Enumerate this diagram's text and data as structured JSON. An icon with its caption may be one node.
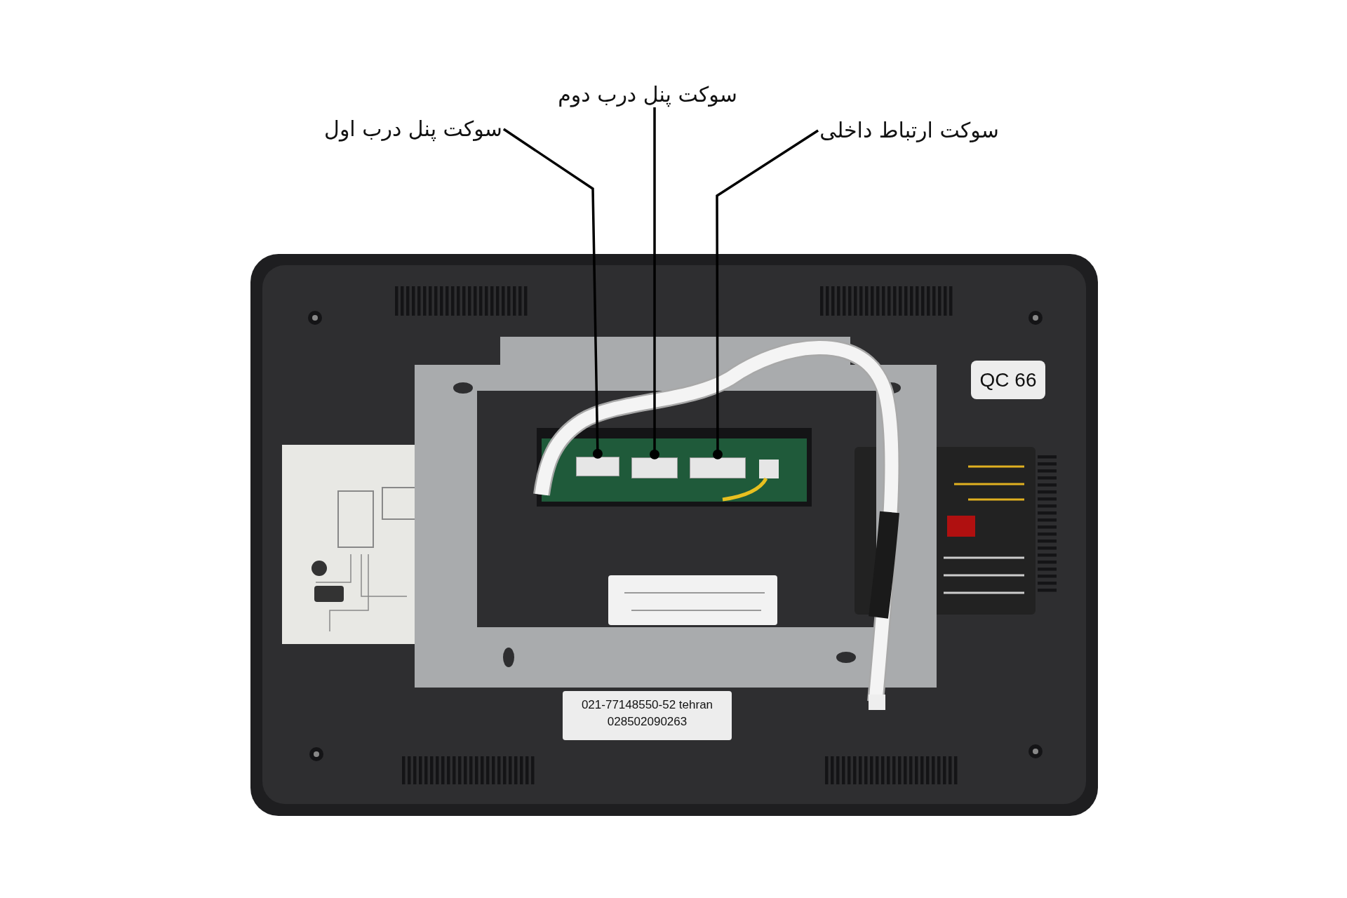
{
  "diagram": {
    "nodes": [
      {
        "text": [
          "سوکت پنل درب اول"
        ]
      },
      {
        "text": [
          "سوکت پنل درب دوم"
        ]
      },
      {
        "text": [
          "سوکت ارتباط داخلی"
        ]
      },
      {
        "text": [],
        "shape": "box"
      },
      {
        "text": [],
        "shape": "box"
      },
      {
        "text": [],
        "shape": "box"
      }
    ],
    "edges": [
      {
        "from": 0,
        "to": 3,
        "arrow": "other"
      },
      {
        "from": 1,
        "to": 4,
        "arrow": "other"
      },
      {
        "from": 2,
        "to": 5,
        "arrow": "other"
      }
    ],
    "labels": [
      "QC 66",
      "021-77148550-52 tehran",
      "028502090263"
    ]
  }
}
